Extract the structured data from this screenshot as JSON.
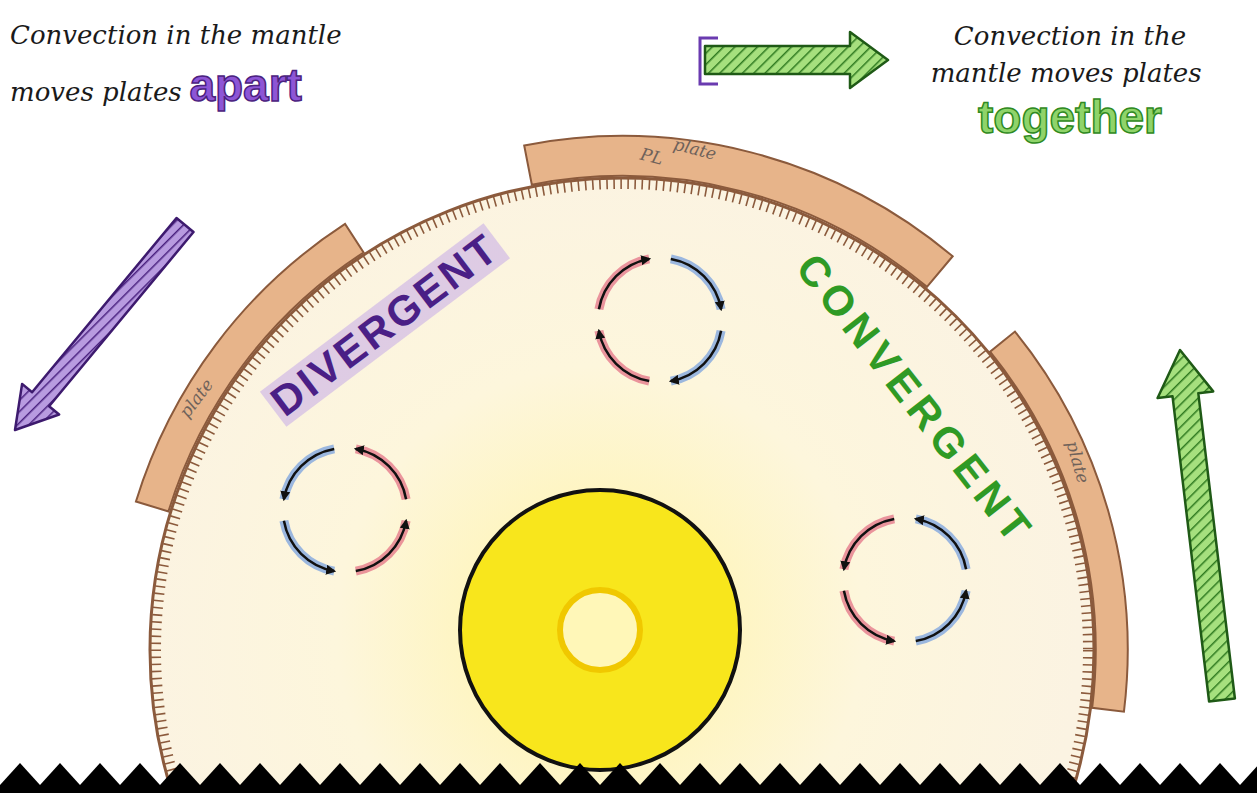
{
  "diagram": {
    "nodes": [
      {
        "text": [
          "plate"
        ]
      },
      {
        "text": [
          "plate",
          "PL"
        ]
      },
      {
        "text": [
          "plate"
        ]
      }
    ],
    "labels": [
      "Convection in the mantle moves plates",
      "apart",
      "Convection in the mantle moves plates",
      "together",
      "DIVERGENT",
      "CONVERGENT"
    ]
  }
}
